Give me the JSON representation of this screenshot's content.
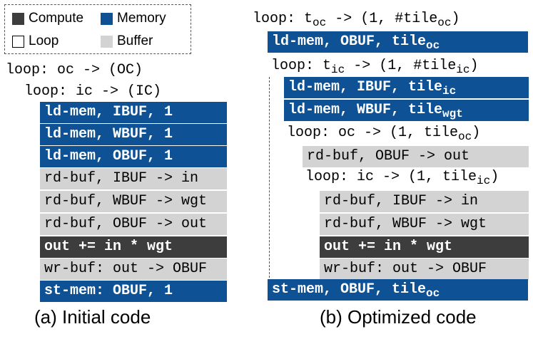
{
  "legend": {
    "compute": "Compute",
    "memory": "Memory",
    "loop": "Loop",
    "buffer": "Buffer"
  },
  "colors": {
    "memory": "#0e5195",
    "buffer": "#d3d3d3",
    "compute": "#3d3d3d"
  },
  "initial": {
    "loop_oc": "loop: oc -> (OC)",
    "loop_ic": "loop: ic -> (IC)",
    "ld_ibuf": "ld-mem, IBUF, 1",
    "ld_wbuf": "ld-mem, WBUF, 1",
    "ld_obuf": "ld-mem, OBUF, 1",
    "rd_ibuf": "rd-buf, IBUF -> in",
    "rd_wbuf": "rd-buf, WBUF -> wgt",
    "rd_obuf": "rd-buf, OBUF -> out",
    "compute": "out += in * wgt",
    "wr_buf": "wr-buf: out -> OBUF",
    "st_mem": "st-mem: OBUF, 1",
    "caption": "(a) Initial code"
  },
  "optimized": {
    "loop_toc": {
      "a": "loop: t",
      "a_sub": "oc",
      "b": " -> (1, #tile",
      "b_sub": "oc",
      "c": ")"
    },
    "ld_obuf": {
      "a": "ld-mem, OBUF, tile",
      "a_sub": "oc"
    },
    "loop_tic": {
      "a": "loop: t",
      "a_sub": "ic",
      "b": " -> (1, #tile",
      "b_sub": "ic",
      "c": ")"
    },
    "ld_ibuf": {
      "a": "ld-mem, IBUF, tile",
      "a_sub": "ic"
    },
    "ld_wbuf": {
      "a": "ld-mem, WBUF, tile",
      "a_sub": "wgt"
    },
    "loop_oc": {
      "a": "loop: oc -> (1, tile",
      "a_sub": "oc",
      "b": ")"
    },
    "rd_obuf": "rd-buf, OBUF -> out",
    "loop_ic": {
      "a": "loop: ic -> (1, tile",
      "a_sub": "ic",
      "b": ")"
    },
    "rd_ibuf": "rd-buf, IBUF -> in",
    "rd_wbuf": "rd-buf, WBUF -> wgt",
    "compute": "out += in * wgt",
    "wr_buf": "wr-buf: out -> OBUF",
    "st_mem": {
      "a": "st-mem, OBUF, tile",
      "a_sub": "oc"
    },
    "caption": "(b) Optimized code"
  }
}
